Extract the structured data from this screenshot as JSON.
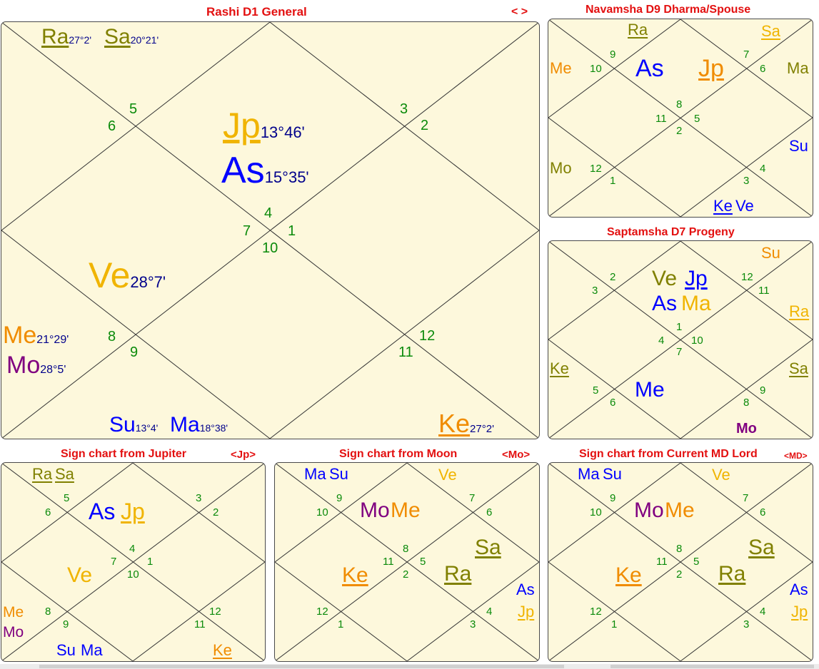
{
  "colors": {
    "title_red": "#e31010",
    "house_green": "#0a8a0a",
    "degree_navy": "#00008b",
    "chart_bg": "#fdf8dc",
    "Jp": "#f0b400",
    "As": "#0000ff",
    "Ve": "#f0b400",
    "Me": "#f08c00",
    "Mo": "#800080",
    "Su": "#0000ff",
    "Ma": "#0000ff",
    "Ra": "#808000",
    "Sa": "#808000",
    "Ke": "#f08c00"
  },
  "main": {
    "title": "Rashi D1 General",
    "nav": "< >",
    "houses": [
      "1",
      "2",
      "3",
      "4",
      "5",
      "6",
      "7",
      "8",
      "9",
      "10",
      "11",
      "12"
    ],
    "planets": {
      "Ra": {
        "label": "Ra",
        "deg": "27°2'"
      },
      "Sa": {
        "label": "Sa",
        "deg": "20°21'"
      },
      "Jp": {
        "label": "Jp",
        "deg": "13°46'"
      },
      "As": {
        "label": "As",
        "deg": "15°35'"
      },
      "Ve": {
        "label": "Ve",
        "deg": "28°7'"
      },
      "Me": {
        "label": "Me",
        "deg": "21°29'"
      },
      "Mo": {
        "label": "Mo",
        "deg": "28°5'"
      },
      "Su": {
        "label": "Su",
        "deg": "13°4'"
      },
      "Ma": {
        "label": "Ma",
        "deg": "18°38'"
      },
      "Ke": {
        "label": "Ke",
        "deg": "27°2'"
      }
    }
  },
  "d9": {
    "title": "Navamsha D9 Dharma/Spouse",
    "houses": [
      "8",
      "9",
      "7",
      "10",
      "6",
      "11",
      "5",
      "2",
      "12",
      "4",
      "1",
      "3"
    ],
    "planets": [
      "Ra",
      "Sa",
      "As",
      "Jp",
      "Me",
      "Ma",
      "Su",
      "Mo",
      "Ke",
      "Ve"
    ]
  },
  "d7": {
    "title": "Saptamsha D7 Progeny",
    "houses": [
      "1",
      "2",
      "12",
      "3",
      "11",
      "4",
      "10",
      "7",
      "5",
      "9",
      "6",
      "8"
    ],
    "planets": [
      "Su",
      "Ve",
      "Jp",
      "As",
      "Ma",
      "Ra",
      "Ke",
      "Sa",
      "Me",
      "Mo"
    ]
  },
  "jupiter": {
    "title": "Sign chart from Jupiter",
    "nav": "<Jp>",
    "houses": [
      "4",
      "5",
      "3",
      "6",
      "2",
      "7",
      "1",
      "10",
      "8",
      "12",
      "9",
      "11"
    ],
    "planets": [
      "Ra",
      "Sa",
      "As",
      "Jp",
      "Ve",
      "Me",
      "Mo",
      "Su",
      "Ma",
      "Ke"
    ]
  },
  "moon": {
    "title": "Sign chart from Moon",
    "nav": "<Mo>",
    "houses": [
      "8",
      "9",
      "7",
      "10",
      "6",
      "11",
      "5",
      "2",
      "12",
      "4",
      "1",
      "3"
    ],
    "planets": [
      "Ma",
      "Su",
      "Ve",
      "Mo",
      "Me",
      "Sa",
      "Ke",
      "Ra",
      "As",
      "Jp"
    ]
  },
  "mdlord": {
    "title": "Sign chart from Current MD Lord",
    "nav": "<MD>",
    "houses": [
      "8",
      "9",
      "7",
      "10",
      "6",
      "11",
      "5",
      "2",
      "12",
      "4",
      "1",
      "3"
    ],
    "planets": [
      "Ma",
      "Su",
      "Ve",
      "Mo",
      "Me",
      "Sa",
      "Ke",
      "Ra",
      "As",
      "Jp"
    ]
  }
}
